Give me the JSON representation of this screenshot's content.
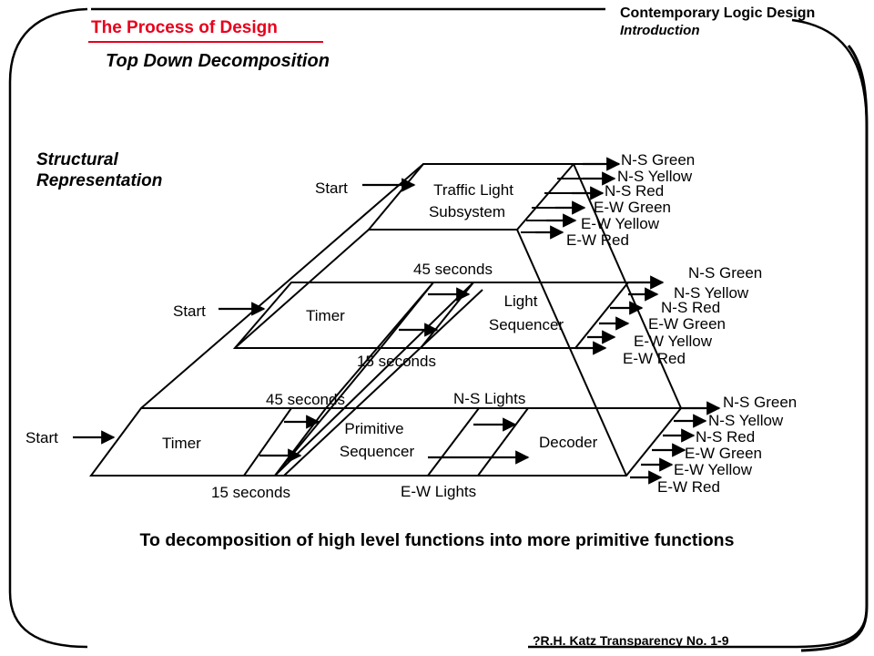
{
  "header": {
    "title": "The Process of Design",
    "subtitle": "Top Down Decomposition",
    "course": "Contemporary Logic Design",
    "course_sub": "Introduction"
  },
  "side_label": {
    "line1": "Structural",
    "line2": "Representation"
  },
  "diagram": {
    "top": {
      "input": "Start",
      "block_line1": "Traffic Light",
      "block_line2": "Subsystem",
      "outputs": [
        "N-S Green",
        "N-S Yellow",
        "N-S Red",
        "E-W Green",
        "E-W Yellow",
        "E-W Red"
      ]
    },
    "middle": {
      "input": "Start",
      "timer": "Timer",
      "seq_line1": "Light",
      "seq_line2": "Sequencer",
      "signal_long": "45 seconds",
      "signal_short": "15 seconds",
      "outputs": [
        "N-S Green",
        "N-S Yellow",
        "N-S Red",
        "E-W Green",
        "E-W Yellow",
        "E-W Red"
      ]
    },
    "bottom": {
      "input": "Start",
      "timer": "Timer",
      "seq_line1": "Primitive",
      "seq_line2": "Sequencer",
      "decoder": "Decoder",
      "signal_long": "45 seconds",
      "signal_short": "15 seconds",
      "ns_lights": "N-S Lights",
      "ew_lights": "E-W Lights",
      "outputs": [
        "N-S Green",
        "N-S Yellow",
        "N-S Red",
        "E-W Green",
        "E-W Yellow",
        "E-W Red"
      ]
    }
  },
  "caption": "To decomposition of high level functions into more primitive functions",
  "footer": "?R.H. Katz   Transparency No. 1-9"
}
